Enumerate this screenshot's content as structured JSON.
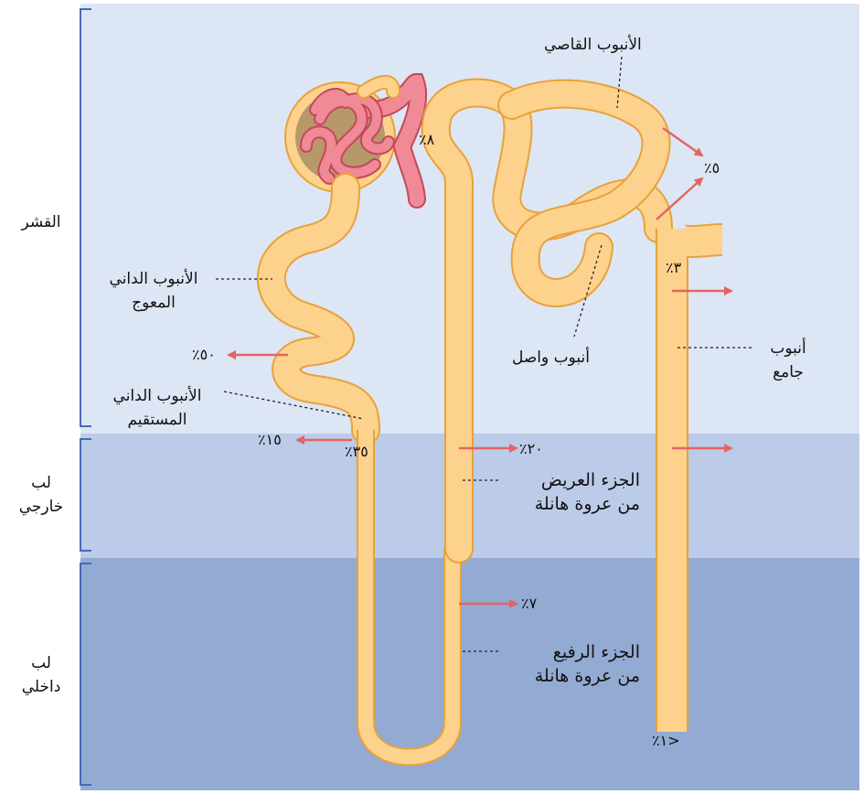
{
  "zones": {
    "cortex": "القشر",
    "outer_medulla": [
      "لب",
      "خارجي"
    ],
    "inner_medulla": [
      "لب",
      "داخلي"
    ]
  },
  "labels": {
    "distal_tubule": "الأنبوب القاصي",
    "proximal_convoluted": [
      "الأنبوب الداني",
      "المعوج"
    ],
    "proximal_straight": [
      "الأنبوب الداني",
      "المستقيم"
    ],
    "connecting_tubule": "أنبوب واصل",
    "collecting_duct": [
      "أنبوب",
      "جامع"
    ],
    "thick_limb": [
      "الجزء العريض",
      "من عروة هانلة"
    ],
    "thin_limb": [
      "الجزء الرفيع",
      "من عروة هانلة"
    ]
  },
  "percentages": {
    "glomerulus": "٨٪",
    "distal": "٥٪",
    "collecting_top": "٣٪",
    "proximal_convoluted": "٥٠٪",
    "proximal_straight_out": "١٥٪",
    "proximal_straight": "٣٥٪",
    "thick_limb": "٢٠٪",
    "thin_limb": "٧٪",
    "collecting_bottom": "<١٪"
  },
  "colors": {
    "cortex_bg": "#dde6f4",
    "outer_medulla_bg": "#bccbe8",
    "inner_medulla_bg": "#93aad3",
    "tubule_fill": "#fdd28c",
    "tubule_outline": "#e8a23a",
    "arrow": "#e36464",
    "glomerulus": "#ef8a96"
  }
}
